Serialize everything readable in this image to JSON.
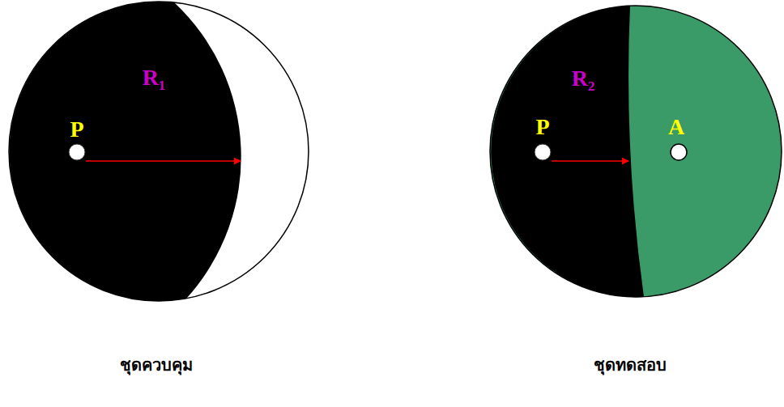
{
  "diagram": {
    "nodes": [
      {
        "text": [
          "R₁",
          "P"
        ]
      },
      {
        "text": [
          "R₂",
          "P",
          "A"
        ]
      }
    ],
    "labels": [
      "ชุดควบคุม",
      "ชุดทดสอบ"
    ]
  }
}
